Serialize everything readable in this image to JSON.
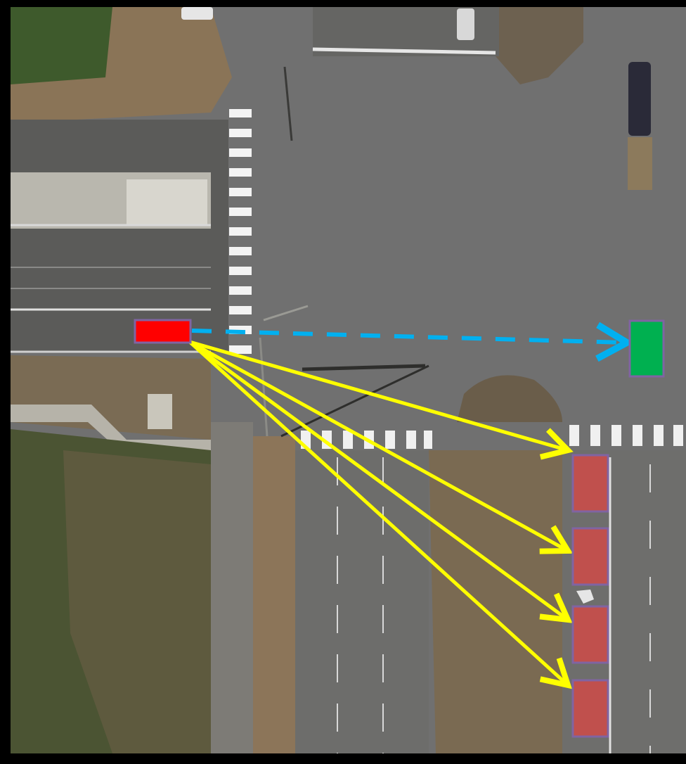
{
  "colors": {
    "frame": "#000000",
    "road_asphalt": "#6f6f6d",
    "road_dark": "#4f504e",
    "grass_dark": "#3d4a2a",
    "grass_light": "#6c6a4a",
    "dirt": "#8d7a5e",
    "concrete": "#b4b2aa",
    "crosswalk": "#f3f3f3",
    "origin_vehicle": "#ff0000",
    "target_vehicle_green": "#00b050",
    "target_vehicle_red": "#c0504d",
    "box_outline": "#8064a2",
    "path_straight": "#00b0f0",
    "path_turn": "#ffff00"
  },
  "legend": {
    "origin": "origin-vehicle-red",
    "straight_target": "straight-destination-green",
    "turn_targets": "right-turn-destinations-red"
  }
}
